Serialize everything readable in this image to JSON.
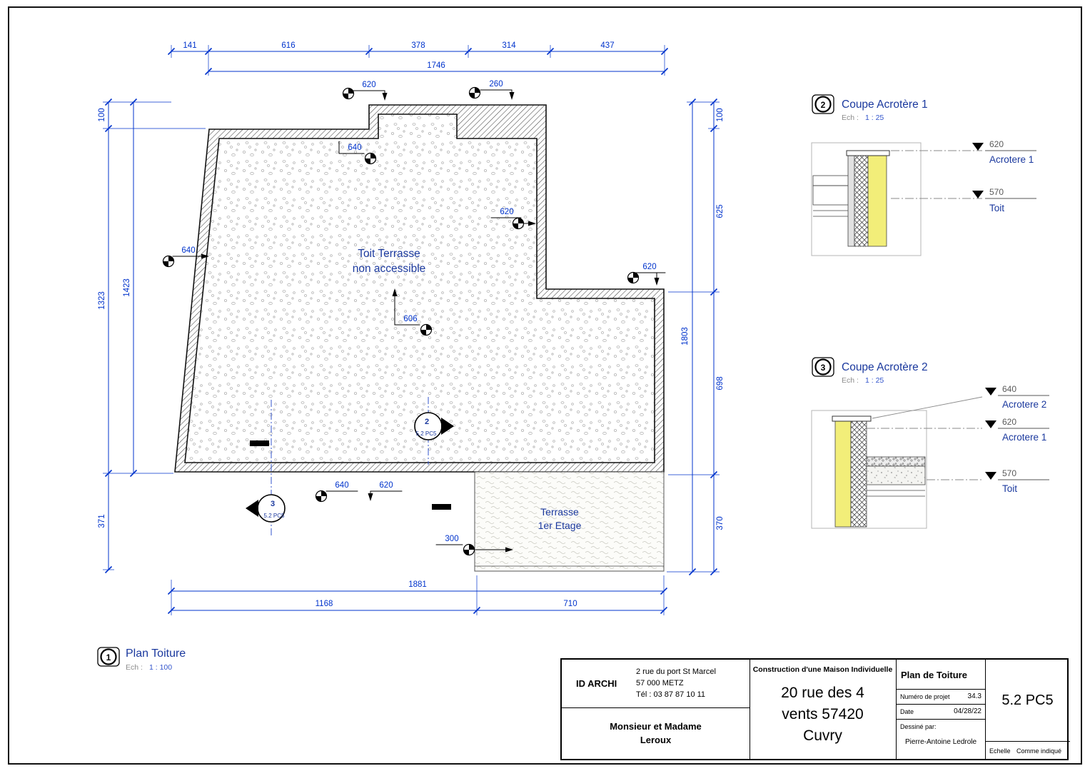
{
  "colors": {
    "dimension_blue": "#0033cc",
    "title_navy": "#1b399e",
    "insulation_yellow": "#f2ee79",
    "line_black": "#111111"
  },
  "plan": {
    "view": {
      "num": "1",
      "title": "Plan Toiture",
      "scale_label": "Ech :",
      "scale": "1 : 100"
    },
    "roof_label_1": "Toit Terrasse",
    "roof_label_2": "non accessible",
    "terrace_label_1": "Terrasse",
    "terrace_label_2": "1er Etage",
    "dims": {
      "top_141": "141",
      "top_616": "616",
      "top_378": "378",
      "top_314": "314",
      "top_437": "437",
      "top_total": "1746",
      "left_100": "100",
      "left_1323": "1323",
      "left_1423": "1423",
      "left_371": "371",
      "right_100": "100",
      "right_625": "625",
      "right_698": "698",
      "right_370": "370",
      "right_total": "1803",
      "bot_total": "1881",
      "bot_1168": "1168",
      "bot_710": "710",
      "spot_620_top": "620",
      "spot_260": "260",
      "spot_640_in": "640",
      "spot_640_left": "640",
      "spot_620_mid": "620",
      "spot_620_right": "620",
      "spot_606": "606",
      "spot_640_bot": "640",
      "spot_620_bot": "620",
      "spot_300": "300"
    },
    "section_2": {
      "num": "2",
      "ref": "5.2  PC5"
    },
    "section_3": {
      "num": "3",
      "ref": "5.2  PC5"
    }
  },
  "coupe1": {
    "num": "2",
    "title": "Coupe Acrotère 1",
    "scale_label": "Ech :",
    "scale": "1 : 25",
    "callout_620": "620",
    "callout_620_label": "Acrotere 1",
    "callout_570": "570",
    "callout_570_label": "Toit"
  },
  "coupe2": {
    "num": "3",
    "title": "Coupe Acrotère 2",
    "scale_label": "Ech :",
    "scale": "1 : 25",
    "callout_640": "640",
    "callout_640_label": "Acrotere 2",
    "callout_620": "620",
    "callout_620_label": "Acrotere 1",
    "callout_570": "570",
    "callout_570_label": "Toit"
  },
  "titleblock": {
    "company": "ID ARCHI",
    "address_1": "2 rue du port St Marcel",
    "address_2": "57 000 METZ",
    "address_3": "Tél : 03 87 87 10 11",
    "client_1": "Monsieur et Madame",
    "client_2": "Leroux",
    "project_type": "Construction d'une Maison Individuelle",
    "project_line_1": "20 rue des 4",
    "project_line_2": "vents 57420",
    "project_line_3": "Cuvry",
    "sheet_title": "Plan de Toiture",
    "project_number_label": "Numéro de projet",
    "project_number": "34.3",
    "date_label": "Date",
    "date": "04/28/22",
    "drawn_by_label": "Dessiné par:",
    "drawn_by": "Pierre-Antoine Ledrole",
    "sheet_number": "5.2  PC5",
    "scale_label": "Echelle",
    "scale_value": "Comme indiqué"
  }
}
